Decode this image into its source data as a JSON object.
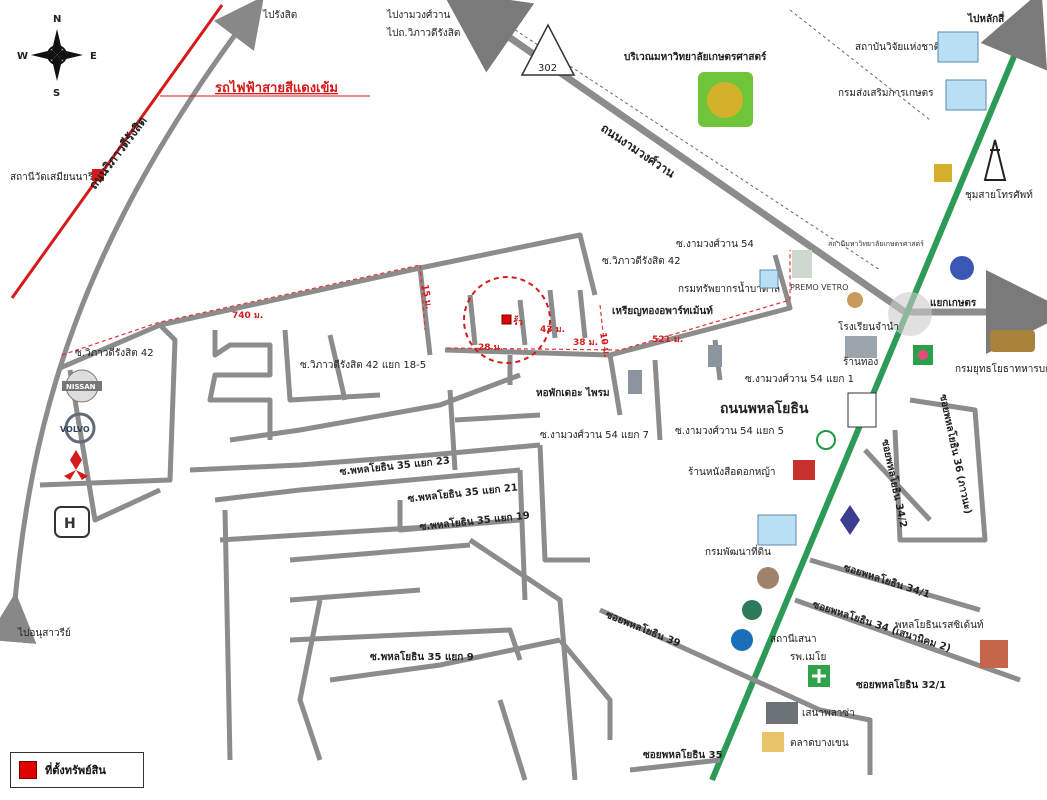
{
  "compass": {
    "n": "N",
    "s": "S",
    "e": "E",
    "w": "W"
  },
  "roads": {
    "vibhavadi": "ถนนวิภาวดีรังสิต",
    "ngamwongwan": "ถนนงามวงศ์วาน",
    "phahonyothin": "ถนนพหลโยธิน",
    "bts_red": "รถไฟฟ้าสายสีแดงเข้ม",
    "hwy_number": "302"
  },
  "directions": {
    "to_rangsit": "ไปรังสิต",
    "to_ngamwongwan": "ไปงามวงศ์วาน",
    "to_vibhavadi": "ไปถ.วิภาวดีรังสิต",
    "to_laksi": "ไปหลักสี่",
    "to_anusawari": "ไปอนุสาวรีย์",
    "yaek_kaset": "แยกเกษตร"
  },
  "stations": {
    "wat_samian": "สถานีวัดเสมียนนารี"
  },
  "sois": {
    "vibhavadi_42": "ซ.วิภาวดีรังสิต 42",
    "vibhavadi_42_top": "ซ.วิภาวดีรังสิต 42",
    "vibhavadi_42_18_5": "ซ.วิภาวดีรังสิต 42 แยก 18-5",
    "ngamwongwan_54": "ซ.งามวงศ์วาน 54",
    "ngamwongwan_54_1": "ซ.งามวงศ์วาน 54 แยก 1",
    "ngamwongwan_54_5": "ซ.งามวงศ์วาน 54 แยก 5",
    "ngamwongwan_54_7": "ซ.งามวงศ์วาน 54 แยก 7",
    "phahon_35_23": "ซ.พหลโยธิน 35 แยก 23",
    "phahon_35_21": "ซ.พหลโยธิน 35 แยก 21",
    "phahon_35_19": "ซ.พหลโยธิน 35 แยก 19",
    "phahon_35_9": "ซ.พหลโยธิน 35 แยก 9",
    "phahon_39": "ซอยพหลโยธิน 39",
    "phahon_35": "ซอยพหลโยธิน 35",
    "phahon_36": "ซอยพหลโยธิน 36 (ภาวนะ)",
    "phahon_34_2": "ซอยพหลโยธิน 34/2",
    "phahon_34_1": "ซอยพหลโยธิน 34/1",
    "phahon_34": "ซอยพหลโยธิน 34 (เสนานิคม 2)",
    "phahon_32_1": "ซอยพหลโยธิน 32/1"
  },
  "landmarks": {
    "ku": "บริเวณมหาวิทยาลัยเกษตรศาสตร์",
    "research": "สถาบันวิจัยแห่งชาติ",
    "agri_ext": "กรมส่งเสริมการเกษตร",
    "telephone": "ชุมสายโทรศัพท์",
    "ku_station": "สถานีมหาวิทยาลัยเกษตรศาสตร์",
    "water_dept": "กรมทรัพยากรน้ำบาดาล",
    "premo": "PREMO VETRO",
    "restaurant": "โรงเรียนจำนำ",
    "ran_thong": "ร้านทอง",
    "army": "กรมยุทธโยธาทหารบก",
    "jewelry": "เหรียญทองอพาร์ทเม้นท์",
    "dorm": "หอพักเดอะ ไพรม",
    "bookstore": "ร้านหนังสือดอกหญ้า",
    "land_dev": "กรมพัฒนาที่ดิน",
    "sena_station": "สถานีเสนา",
    "hospital": "รพ.เมโย",
    "phahon_residence": "พหลโยธินเรสซิเด้นท์",
    "senaplaza": "เสนาพลาซ่า",
    "bangkhen_market": "ตลาดบางเขน"
  },
  "brands": {
    "nissan": "NISSAN",
    "volvo": "VOLVO"
  },
  "distances": {
    "d740": "740 ม.",
    "d15": "15 ม.",
    "d10": "10 ม.",
    "d521": "521 ม.",
    "d28": "28 ม.",
    "d43": "43 ม.",
    "d38": "38 ม."
  },
  "marker_label": "รั้ว",
  "legend": {
    "label": "ที่ตั้งทรัพย์สิน"
  },
  "colors": {
    "road": "#8c8c8c",
    "red_line": "#d41a1a",
    "green_line": "#2e9a57",
    "dashed": "#e03535",
    "property": "#e00000"
  }
}
